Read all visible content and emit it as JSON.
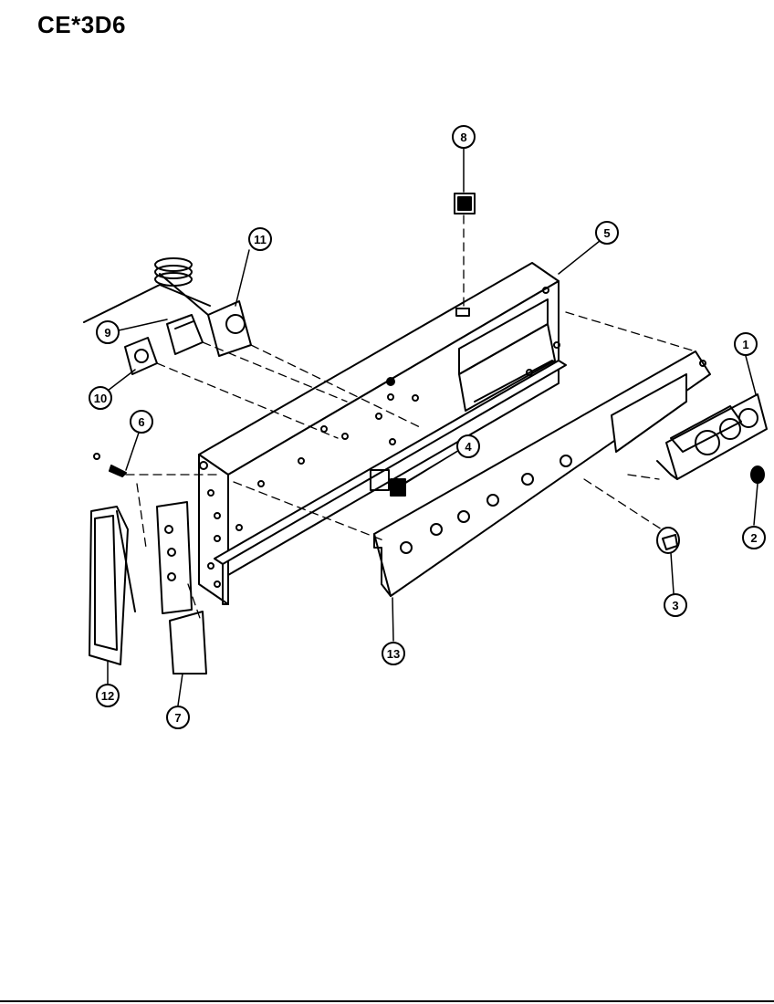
{
  "title": "CE*3D6",
  "callouts": [
    {
      "id": "c1",
      "label": "1"
    },
    {
      "id": "c2",
      "label": "2"
    },
    {
      "id": "c3",
      "label": "3"
    },
    {
      "id": "c4",
      "label": "4"
    },
    {
      "id": "c5",
      "label": "5"
    },
    {
      "id": "c6",
      "label": "6"
    },
    {
      "id": "c7",
      "label": "7"
    },
    {
      "id": "c8",
      "label": "8"
    },
    {
      "id": "c9",
      "label": "9"
    },
    {
      "id": "c10",
      "label": "10"
    },
    {
      "id": "c11",
      "label": "11"
    },
    {
      "id": "c12",
      "label": "12"
    },
    {
      "id": "c13",
      "label": "13"
    }
  ]
}
